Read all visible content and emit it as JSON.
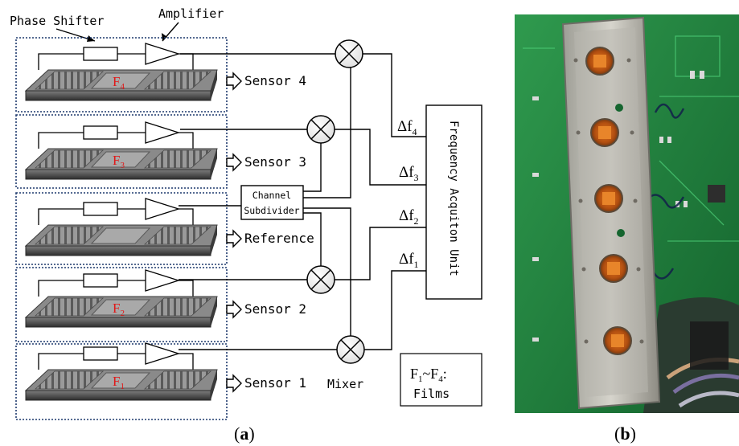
{
  "labels": {
    "phase_shifter": "Phase Shifter",
    "amplifier": "Amplifier",
    "mixer": "Mixer",
    "channel_line1": "Channel",
    "channel_line2": "Subdivider",
    "frequency_unit": "Frequency Acquiton Unit"
  },
  "sensors": [
    {
      "label": "Sensor 4",
      "film": "F",
      "film_sub": "4"
    },
    {
      "label": "Sensor 3",
      "film": "F",
      "film_sub": "3"
    },
    {
      "label": "Reference",
      "film": "",
      "film_sub": ""
    },
    {
      "label": "Sensor 2",
      "film": "F",
      "film_sub": "2"
    },
    {
      "label": "Sensor 1",
      "film": "F",
      "film_sub": "1"
    }
  ],
  "delta_f": [
    {
      "symbol": "Δf",
      "sub": "4"
    },
    {
      "symbol": "Δf",
      "sub": "3"
    },
    {
      "symbol": "Δf",
      "sub": "2"
    },
    {
      "symbol": "Δf",
      "sub": "1"
    }
  ],
  "legend": {
    "f_prefix": "F",
    "sub_from": "1",
    "tilde": "~F",
    "sub_to": "4",
    "colon": ":",
    "line2": "Films"
  },
  "captions": {
    "a": "a",
    "b": "b"
  },
  "colors": {
    "film_text": "#e01818",
    "device_dark": "#3a3a3a",
    "box_border": "#1f3a6e",
    "pcb_green": "#1e7a3a",
    "bg": "#ffffff"
  }
}
